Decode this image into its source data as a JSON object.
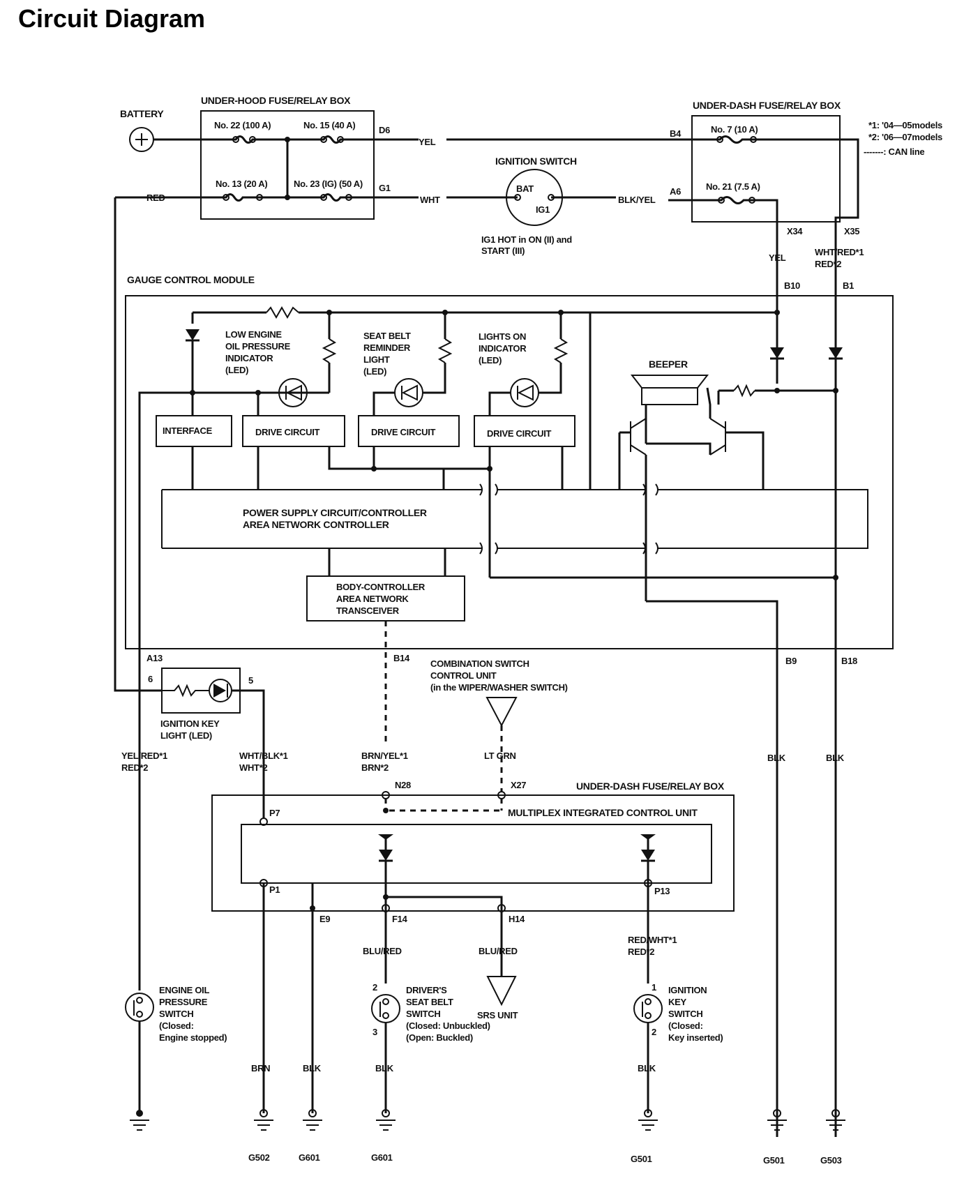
{
  "title": "Circuit Diagram",
  "legend": {
    "note1": "*1: '04—05models",
    "note2": "*2: '06—07models",
    "can": "-------: CAN line"
  },
  "top": {
    "battery": "BATTERY",
    "underhood_box": "UNDER-HOOD FUSE/RELAY BOX",
    "fuse22": "No. 22 (100 A)",
    "fuse15": "No. 15 (40 A)",
    "fuse13": "No. 13 (20 A)",
    "fuse23": "No. 23 (IG) (50 A)",
    "d6": "D6",
    "g1": "G1",
    "yel": "YEL",
    "wht": "WHT",
    "red": "RED",
    "ign_switch": "IGNITION SWITCH",
    "bat": "BAT",
    "ig1": "IG1",
    "blkyel": "BLK/YEL",
    "ig_note1": "IG1 HOT in ON (II) and",
    "ig_note2": "START (III)",
    "underdash_box": "UNDER-DASH FUSE/RELAY BOX",
    "b4": "B4",
    "a6": "A6",
    "fuse7": "No. 7 (10 A)",
    "fuse21": "No. 21 (7.5 A)",
    "x34": "X34",
    "x35": "X35",
    "yel2": "YEL",
    "whtred1": "WHT/RED*1",
    "red2": "RED*2"
  },
  "gcm": {
    "label": "GAUGE CONTROL MODULE",
    "b10": "B10",
    "b1": "B1",
    "low_oil_1": "LOW ENGINE",
    "low_oil_2": "OIL PRESSURE",
    "low_oil_3": "INDICATOR",
    "low_oil_4": "(LED)",
    "seat_1": "SEAT BELT",
    "seat_2": "REMINDER",
    "seat_3": "LIGHT",
    "seat_4": "(LED)",
    "lights_1": "LIGHTS ON",
    "lights_2": "INDICATOR",
    "lights_3": "(LED)",
    "beeper": "BEEPER",
    "interface": "INTERFACE",
    "drive1": "DRIVE CIRCUIT",
    "drive2": "DRIVE CIRCUIT",
    "drive3": "DRIVE CIRCUIT",
    "power_1": "POWER SUPPLY CIRCUIT/CONTROLLER",
    "power_2": "AREA NETWORK CONTROLLER",
    "body_1": "BODY-CONTROLLER",
    "body_2": "AREA NETWORK",
    "body_3": "TRANSCEIVER",
    "a13": "A13",
    "b14": "B14",
    "b9": "B9",
    "b18": "B18"
  },
  "middle": {
    "pin6": "6",
    "pin5": "5",
    "ign_key_light_1": "IGNITION KEY",
    "ign_key_light_2": "LIGHT (LED)",
    "combo_1": "COMBINATION SWITCH",
    "combo_2": "CONTROL UNIT",
    "combo_3": "(in the WIPER/WASHER SWITCH)",
    "yelred1": "YEL/RED*1",
    "yelred2": "RED*2",
    "whtblk1": "WHT/BLK*1",
    "whtblk2": "WHT*2",
    "brnyel1": "BRN/YEL*1",
    "brnyel2": "BRN*2",
    "ltgrn": "LT GRN",
    "blk_b9": "BLK",
    "blk_b18": "BLK"
  },
  "bottom": {
    "n28": "N28",
    "x27": "X27",
    "underdash_box2": "UNDER-DASH FUSE/RELAY BOX",
    "micu": "MULTIPLEX INTEGRATED CONTROL UNIT",
    "p7": "P7",
    "p1": "P1",
    "p13": "P13",
    "e9": "E9",
    "f14": "F14",
    "h14": "H14",
    "blured1": "BLU/RED",
    "blured2": "BLU/RED",
    "redwht1": "RED/WHT*1",
    "redwht2": "RED*2",
    "srs": "SRS UNIT",
    "eng_oil_1": "ENGINE OIL",
    "eng_oil_2": "PRESSURE",
    "eng_oil_3": "SWITCH",
    "eng_oil_4": "(Closed:",
    "eng_oil_5": "Engine stopped)",
    "drv_1": "DRIVER'S",
    "drv_2": "SEAT BELT",
    "drv_3": "SWITCH",
    "drv_4": "(Closed: Unbuckled)",
    "drv_5": "(Open: Buckled)",
    "drv_pin2": "2",
    "drv_pin3": "3",
    "iks_1": "IGNITION",
    "iks_2": "KEY",
    "iks_3": "SWITCH",
    "iks_4": "(Closed:",
    "iks_5": "Key inserted)",
    "iks_pin1": "1",
    "iks_pin2": "2",
    "brn": "BRN",
    "blk1": "BLK",
    "blk2": "BLK",
    "blk3": "BLK",
    "g502": "G502",
    "g601a": "G601",
    "g601b": "G601",
    "g501a": "G501",
    "g501b": "G501",
    "g503": "G503"
  }
}
